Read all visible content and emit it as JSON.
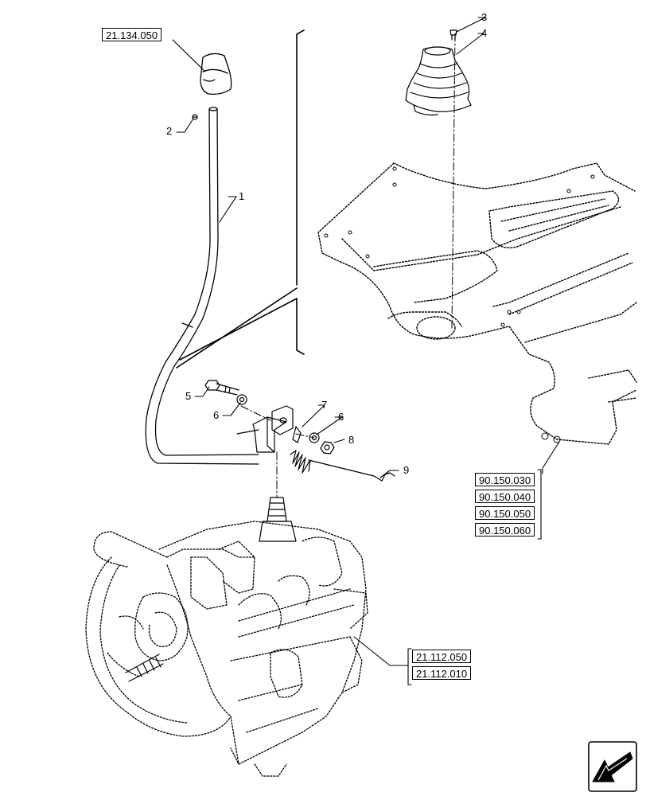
{
  "references": {
    "handle": "21.134.050",
    "floor": [
      "90.150.030",
      "90.150.040",
      "90.150.050",
      "90.150.060"
    ],
    "transmission": [
      "21.112.050",
      "21.112.010"
    ]
  },
  "callouts": {
    "c1": "1",
    "c2": "2",
    "c3": "3",
    "c4": "4",
    "c5": "5",
    "c6a": "6",
    "c6b": "6",
    "c7": "7",
    "c8": "8",
    "c9": "9"
  },
  "icons": {
    "nav": "arrow-navigation-icon"
  },
  "colors": {
    "line": "#000000",
    "background": "#ffffff"
  }
}
